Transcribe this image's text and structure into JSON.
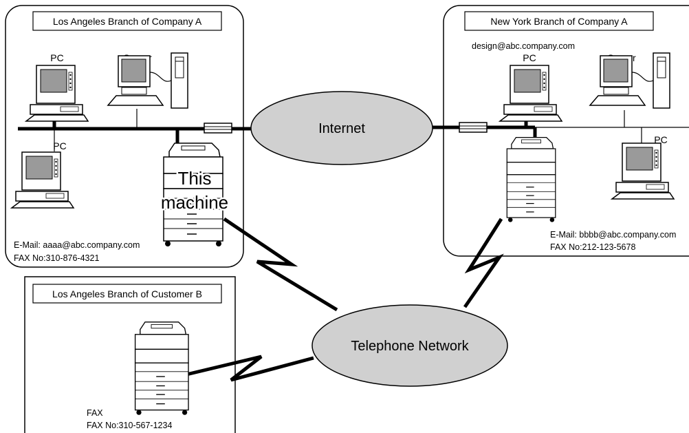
{
  "branches": {
    "la_company_a": {
      "title": "Los Angeles Branch of Company A",
      "pc1_label": "PC",
      "server_label": "Server",
      "pc2_label": "PC",
      "machine_label_line1": "This",
      "machine_label_line2": "machine",
      "email": "E-Mail:  aaaa@abc.company.com",
      "fax": "FAX No:310-876-4321"
    },
    "ny_company_a": {
      "title": "New York Branch of Company A",
      "design_email": "design@abc.company.com",
      "pc1_label": "PC",
      "server_label": "Server",
      "pc2_label": "PC",
      "email": "E-Mail:  bbbb@abc.company.com",
      "fax": "FAX No:212-123-5678"
    },
    "la_customer_b": {
      "title": "Los Angeles Branch of Customer B",
      "device_label": "FAX",
      "fax": "FAX No:310-567-1234"
    }
  },
  "networks": {
    "internet": "Internet",
    "telephone": "Telephone Network"
  },
  "colors": {
    "line": "#000000",
    "device_body": "#ffffff",
    "screen": "#9a9a9a"
  }
}
